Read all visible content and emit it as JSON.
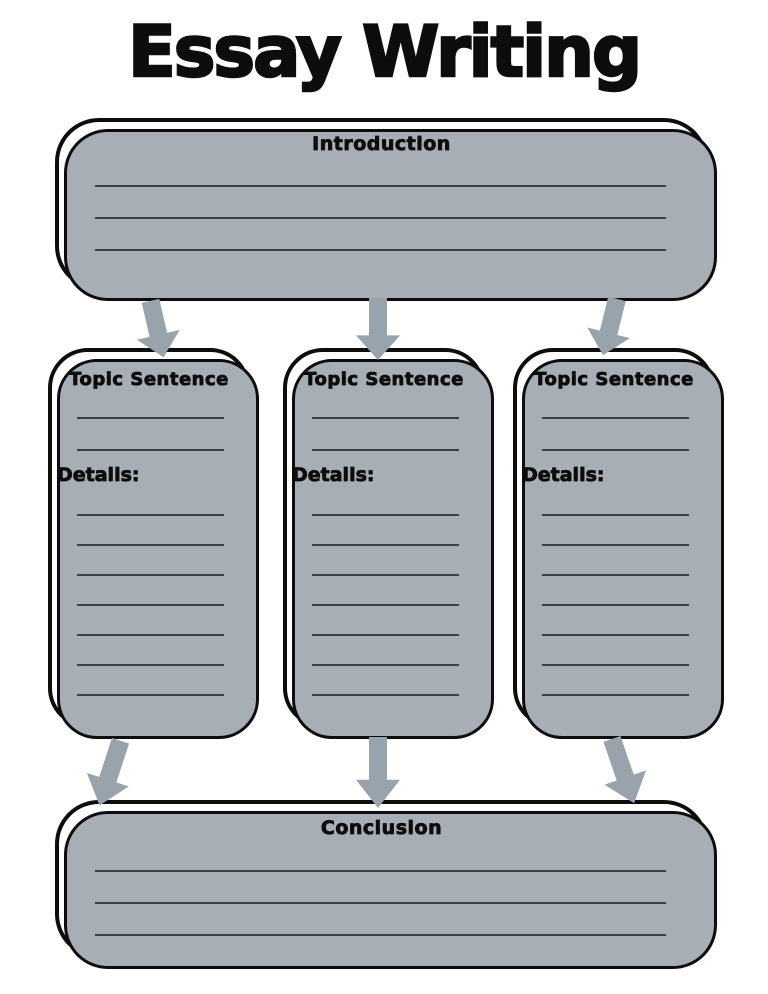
{
  "title": "Essay Writing",
  "colors": {
    "background": "#ffffff",
    "ink": "#0d0d0d",
    "arrow": "#98a3ac",
    "shadow": "#a7aeb5",
    "line": "#3f3f3f"
  },
  "introduction": {
    "label": "Introduction",
    "line_count": 3
  },
  "topic_sections": [
    {
      "label": "Topic Sentence",
      "sentence_line_count": 2,
      "details_label": "Details:",
      "details_line_count": 7
    },
    {
      "label": "Topic Sentence",
      "sentence_line_count": 2,
      "details_label": "Details:",
      "details_line_count": 7
    },
    {
      "label": "Topic Sentence",
      "sentence_line_count": 2,
      "details_label": "Details:",
      "details_line_count": 7
    }
  ],
  "conclusion": {
    "label": "Conclusion",
    "line_count": 3
  }
}
